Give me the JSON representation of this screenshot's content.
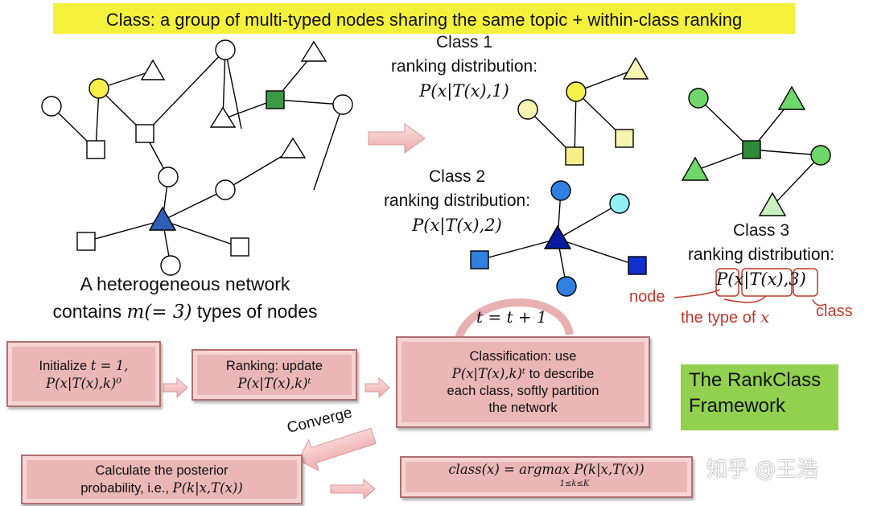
{
  "title": "Class: a group of multi-typed nodes sharing the same topic + within-class ranking",
  "class1": {
    "name": "Class 1",
    "line2": "ranking distribution:",
    "formula": "P(x|T(x),1)"
  },
  "class2": {
    "name": "Class 2",
    "line2": "ranking distribution:",
    "formula": "P(x|T(x),2)"
  },
  "class3": {
    "name": "Class 3",
    "line2": "ranking distribution:",
    "formula": "P(x|T(x),3)"
  },
  "network_caption": {
    "line1": "A heterogeneous network",
    "line2_pre": "contains ",
    "line2_math": "m(= 3)",
    "line2_post": " types of nodes"
  },
  "annotations": {
    "node": "node",
    "type": "the type of ",
    "type_math": "x",
    "class": "class"
  },
  "loop_label": "t = t + 1",
  "converge_label": "Converge",
  "boxes": {
    "init": {
      "line1_pre": "Initialize ",
      "line1_math": "t = 1,",
      "line2": "P(x|T(x),k)⁰"
    },
    "ranking": {
      "line1": "Ranking: update",
      "line2": "P(x|T(x),k)ᵗ"
    },
    "classification": {
      "line1": "Classification: use",
      "line2_math": "P(x|T(x),k)ᵗ",
      "line2_post": " to describe",
      "line3": "each class, softly partition",
      "line4": "the network"
    },
    "posterior": {
      "line1": "Calculate the posterior",
      "line2_pre": "probability, i.e., ",
      "line2_math": "P(k|x,T(x))"
    },
    "argmax": {
      "main": "class(x) =  argmax P(k|x,T(x))",
      "sub": "1≤k≤K"
    }
  },
  "framework": {
    "line1": "The RankClass",
    "line2": "Framework"
  },
  "watermark": "知乎 @王浩",
  "colors": {
    "title_bg": "#f4f13c",
    "box_fill": "#eab6b6",
    "green": "#92d050",
    "annotation_red": "#c0392b",
    "yellow_node": "#f5f04a",
    "blue_node": "#2f80e0",
    "green_node": "#6fd66a",
    "dark_green": "#2e8b3a"
  }
}
